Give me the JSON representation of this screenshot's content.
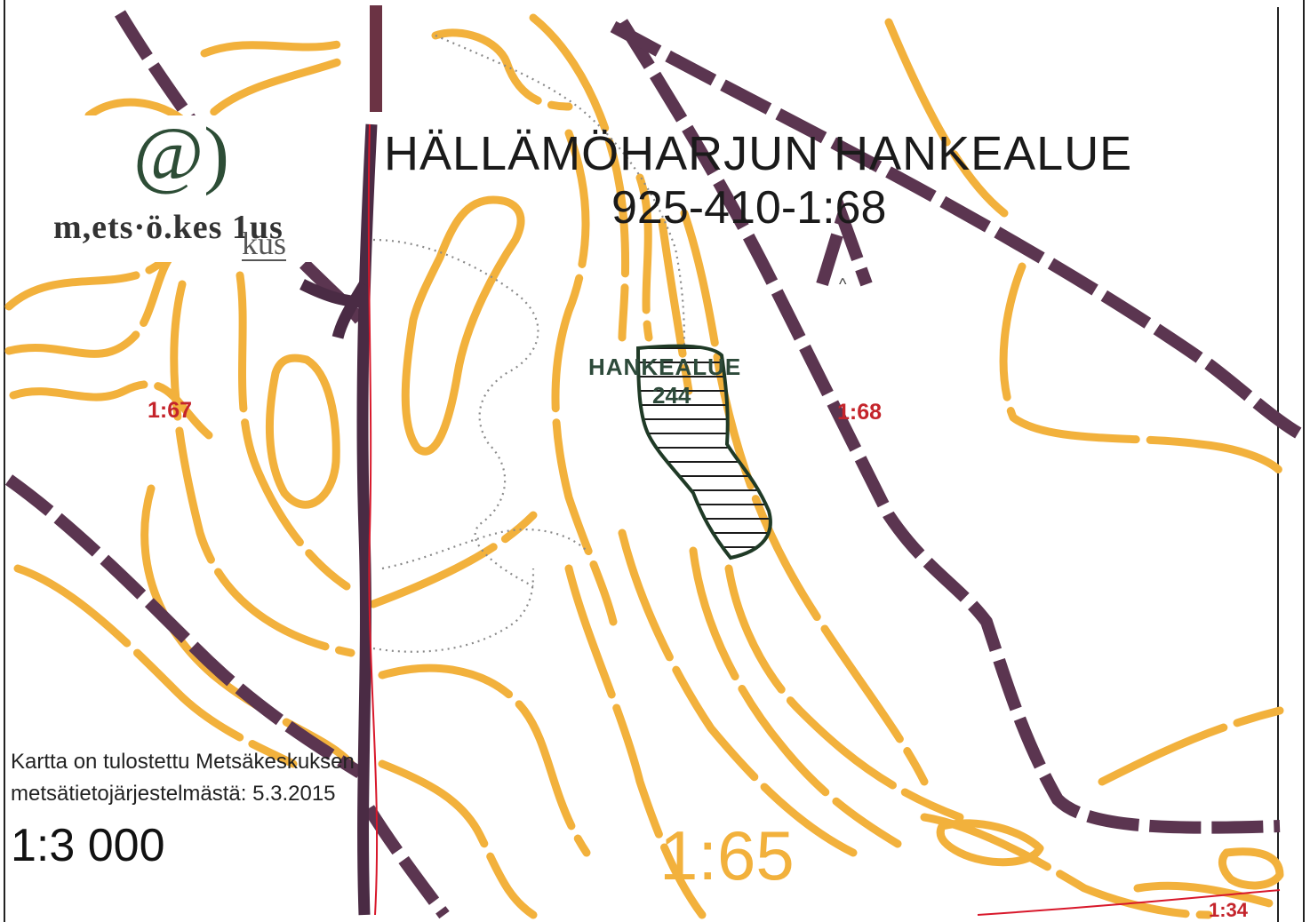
{
  "header": {
    "title": "HÄLLÄMÖHARJUN HANKEALUE",
    "subtitle": "925-410-1:68"
  },
  "logo": {
    "mark": "@)",
    "wordmark": "m,ets·ö.kes 1us",
    "ghost": "kus"
  },
  "parcels": [
    {
      "label": "1:67"
    },
    {
      "label": "1:68"
    }
  ],
  "project_area": {
    "name": "HANKEALUE",
    "number": "244"
  },
  "north_marker": "^",
  "contour_label": "1:65",
  "edge_label": "1:34",
  "footer": {
    "note_line1": "Kartta on tulostettu Metsäkeskuksen",
    "note_line2": "metsätietojärjestelmästä: 5.3.2015",
    "scale": "1:3 000"
  },
  "colors": {
    "contour": "#f2b13c",
    "boundary": "#5b3550",
    "road": "#4a2b44",
    "parcel_text": "#c4242b",
    "project_area": "#2d4a3a"
  }
}
